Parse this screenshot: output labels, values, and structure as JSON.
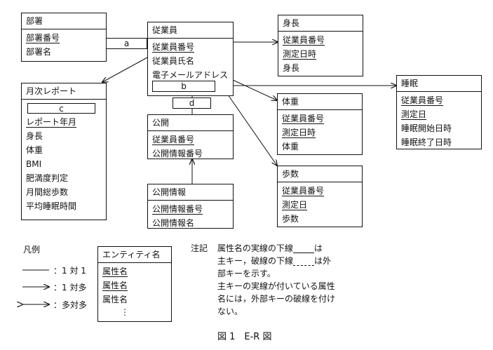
{
  "entities": {
    "busho": {
      "name": "部署",
      "attrs": [
        {
          "t": "部署番号",
          "k": "pk"
        },
        {
          "t": "部署名",
          "k": ""
        }
      ]
    },
    "jugyoin": {
      "name": "従業員",
      "attrs": [
        {
          "t": "従業員番号",
          "k": "pk"
        },
        {
          "t": "従業員氏名",
          "k": ""
        },
        {
          "t": "電子メールアドレス",
          "k": ""
        }
      ]
    },
    "shincho": {
      "name": "身長",
      "attrs": [
        {
          "t": "従業員番号",
          "k": "pk"
        },
        {
          "t": "測定日時",
          "k": "pk"
        },
        {
          "t": "身長",
          "k": ""
        }
      ]
    },
    "suimin": {
      "name": "睡眠",
      "attrs": [
        {
          "t": "従業員番号",
          "k": "pk"
        },
        {
          "t": "測定日",
          "k": "pk"
        },
        {
          "t": "睡眠開始日時",
          "k": ""
        },
        {
          "t": "睡眠終了日時",
          "k": ""
        }
      ]
    },
    "getsuji": {
      "name": "月次レポート",
      "attrs": [
        {
          "t": "レポート年月",
          "k": "pk"
        },
        {
          "t": "身長",
          "k": ""
        },
        {
          "t": "体重",
          "k": ""
        },
        {
          "t": "BMI",
          "k": ""
        },
        {
          "t": "肥満度判定",
          "k": ""
        },
        {
          "t": "月間総歩数",
          "k": ""
        },
        {
          "t": "平均睡眠時間",
          "k": ""
        }
      ]
    },
    "taiju": {
      "name": "体重",
      "attrs": [
        {
          "t": "従業員番号",
          "k": "pk"
        },
        {
          "t": "測定日時",
          "k": "pk"
        },
        {
          "t": "体重",
          "k": ""
        }
      ]
    },
    "kokai": {
      "name": "公開",
      "attrs": [
        {
          "t": "従業員番号",
          "k": "pk"
        },
        {
          "t": "公開情報番号",
          "k": "pk"
        }
      ]
    },
    "hosu": {
      "name": "歩数",
      "attrs": [
        {
          "t": "従業員番号",
          "k": "pk"
        },
        {
          "t": "測定日",
          "k": "pk"
        },
        {
          "t": "歩数",
          "k": ""
        }
      ]
    },
    "kokaijoho": {
      "name": "公開情報",
      "attrs": [
        {
          "t": "公開情報番号",
          "k": "pk"
        },
        {
          "t": "公開情報名",
          "k": ""
        }
      ]
    }
  },
  "blanks": {
    "a": "a",
    "b": "b",
    "c": "c",
    "d": "d"
  },
  "legend": {
    "title": "凡例",
    "one_to_one": "：1 対 1",
    "one_to_many": "：1 対多",
    "many_to_many": "：多対多",
    "entity_name": "エンティティ名",
    "attr1": "属性名",
    "attr2": "属性名",
    "attr3": "属性名",
    "dots": "⋮"
  },
  "note": {
    "head": "注記",
    "l1a": "属性名の実線の下線",
    "l1b": "は",
    "l2a": "主キー，破線の下線",
    "l2b": "は外",
    "l3": "部キーを示す。",
    "l4": "主キーの実線が付いている属性",
    "l5": "名には，外部キーの破線を付け",
    "l6": "ない。"
  },
  "caption": "図 1　E-R 図"
}
